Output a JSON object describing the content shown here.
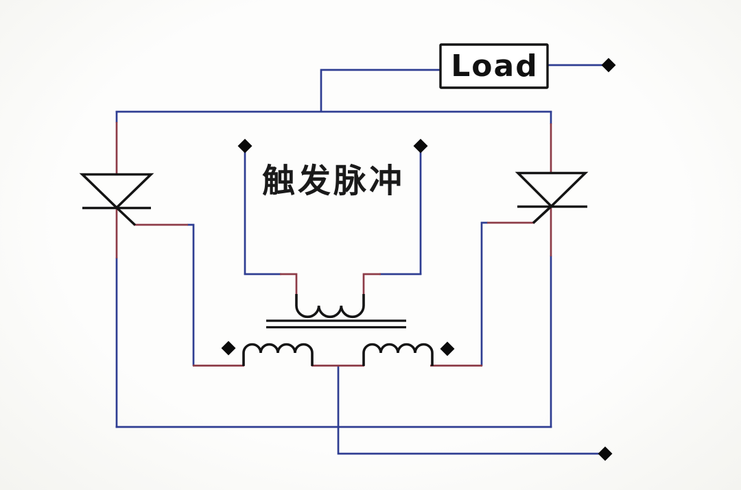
{
  "diagram_type": "circuit-schematic",
  "labels": {
    "load": "Load",
    "trigger_pulse": "触发脉冲"
  },
  "colors": {
    "wire_blue": "#2e3d92",
    "wire_red": "#8d3b47",
    "symbol_black": "#141414",
    "terminal_black": "#0a0a0a",
    "background": "#fbfbf8"
  },
  "components": [
    {
      "name": "left-thyristor",
      "type": "thyristor-symbol",
      "orientation": "anode-top"
    },
    {
      "name": "right-thyristor",
      "type": "thyristor-symbol",
      "orientation": "anode-top"
    },
    {
      "name": "pulse-transformer",
      "type": "transformer-symbol",
      "primary_humps": 3,
      "secondary_coils": 2,
      "secondary_humps_each": 4
    },
    {
      "name": "load-box",
      "type": "load",
      "label": "Load"
    }
  ],
  "terminals": {
    "diamond_terminals": 4,
    "winding_polarity_dots": 2
  }
}
